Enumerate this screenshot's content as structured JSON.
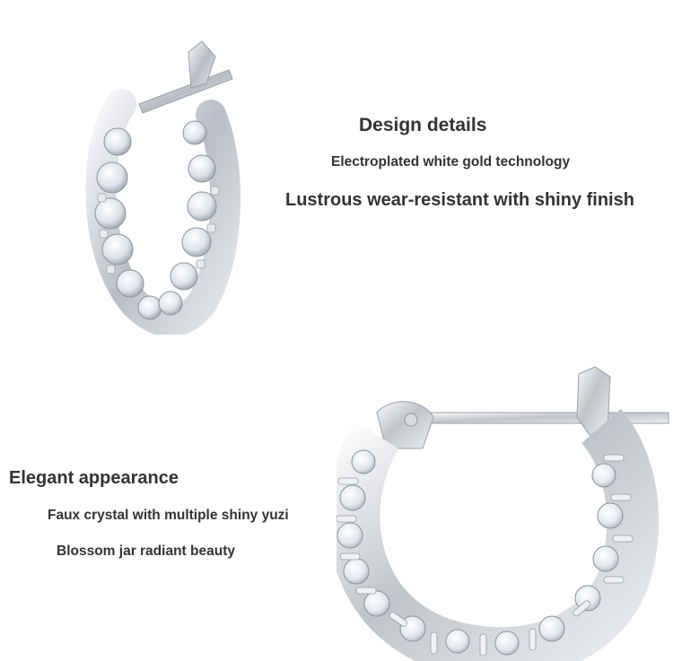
{
  "design_details": {
    "title": "Design details",
    "line1": "Electroplated white gold technology",
    "line2": "Lustrous wear-resistant with shiny finish"
  },
  "elegant_appearance": {
    "title": "Elegant appearance",
    "line1": "Faux crystal with multiple shiny yuzi",
    "line2": "Blossom jar radiant beauty"
  },
  "colors": {
    "background": "#ffffff",
    "text": "#333333",
    "metal": "#c8ccd2",
    "crystal": "#eef2f6"
  }
}
